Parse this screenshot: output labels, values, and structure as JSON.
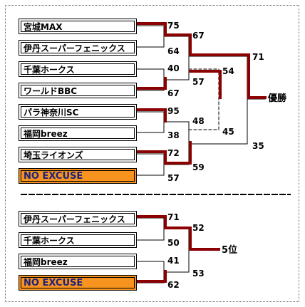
{
  "main_bracket": {
    "teams": [
      "宮城MAX",
      "伊丹スーパーフェニックス",
      "千葉ホークス",
      "ワールドBBC",
      "パラ神奈川SC",
      "福岡breez",
      "埼玉ライオンズ",
      "NO EXCUSE"
    ],
    "round1_scores": [
      "75",
      "64",
      "40",
      "67",
      "95",
      "38",
      "72",
      "57"
    ],
    "semi_scores": [
      "67",
      "57",
      "48",
      "59"
    ],
    "final_scores": [
      "54",
      "45",
      "71",
      "35"
    ],
    "champion_label": "優勝"
  },
  "placement_bracket": {
    "teams": [
      "伊丹スーパーフェニックス",
      "千葉ホークス",
      "福岡breez",
      "NO EXCUSE"
    ],
    "round1_scores": [
      "71",
      "50",
      "41",
      "62"
    ],
    "final_scores": [
      "52",
      "53"
    ],
    "result_label": "5位"
  },
  "colors": {
    "bracket_red": "#8b0000",
    "highlight": "#f7931e",
    "highlight_text": "#1a237e"
  }
}
